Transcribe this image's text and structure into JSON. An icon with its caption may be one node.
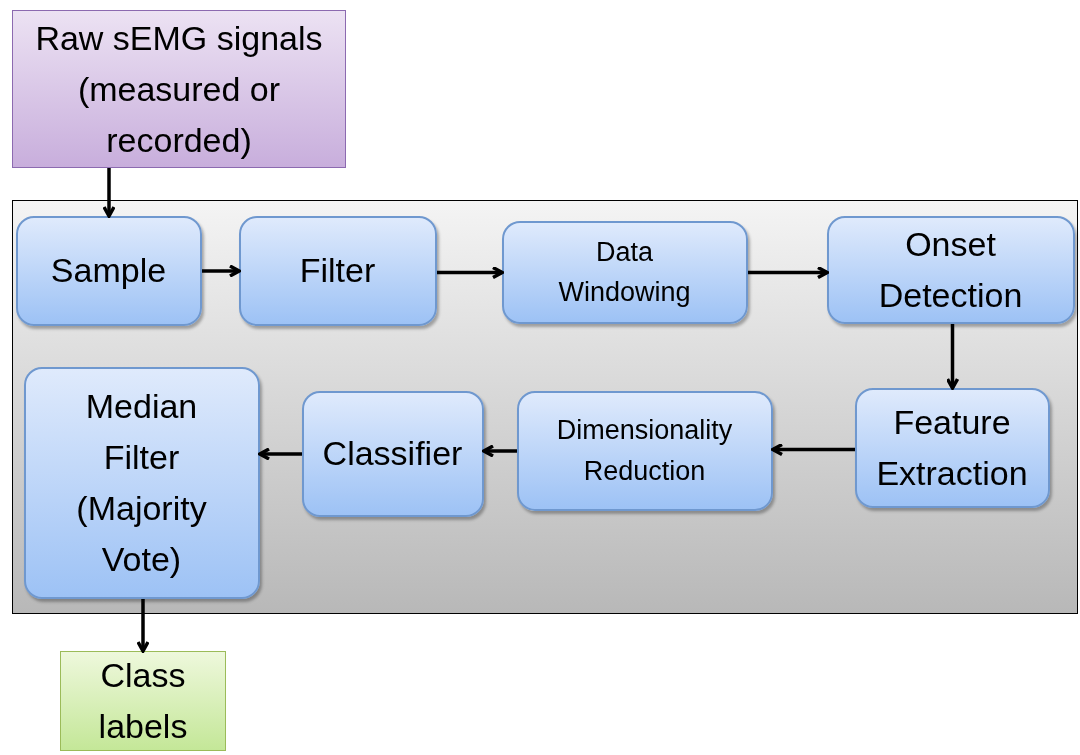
{
  "diagram": {
    "nodes": [
      {
        "text": [
          "Raw sEMG signals (measured or recorded)"
        ]
      },
      {
        "text": [],
        "shape": "box"
      },
      {
        "text": [
          "Sample"
        ],
        "in": 1
      },
      {
        "text": [
          "Filter"
        ],
        "in": 1
      },
      {
        "text": [
          "Data Windowing"
        ],
        "in": 1
      },
      {
        "text": [
          "Onset Detection"
        ],
        "in": 1
      },
      {
        "text": [
          "Feature Extraction"
        ],
        "in": 1
      },
      {
        "text": [
          "Dimensionality Reduction"
        ],
        "in": 1
      },
      {
        "text": [
          "Classifier"
        ],
        "in": 1
      },
      {
        "text": [
          "Median Filter (Majority Vote)"
        ],
        "in": 1
      },
      {
        "text": [
          "Class labels"
        ]
      }
    ],
    "edges": [
      {
        "from": 0,
        "to": 2,
        "arrow": "to"
      },
      {
        "from": 2,
        "to": 3,
        "arrow": "to"
      },
      {
        "from": 3,
        "to": 4,
        "arrow": "to"
      },
      {
        "from": 4,
        "to": 5,
        "arrow": "to"
      },
      {
        "from": 5,
        "to": 6,
        "arrow": "to"
      },
      {
        "from": 6,
        "to": 7,
        "arrow": "to"
      },
      {
        "from": 7,
        "to": 8,
        "arrow": "to"
      },
      {
        "from": 8,
        "to": 9,
        "arrow": "to"
      },
      {
        "from": 9,
        "to": 10,
        "arrow": "to"
      }
    ]
  }
}
